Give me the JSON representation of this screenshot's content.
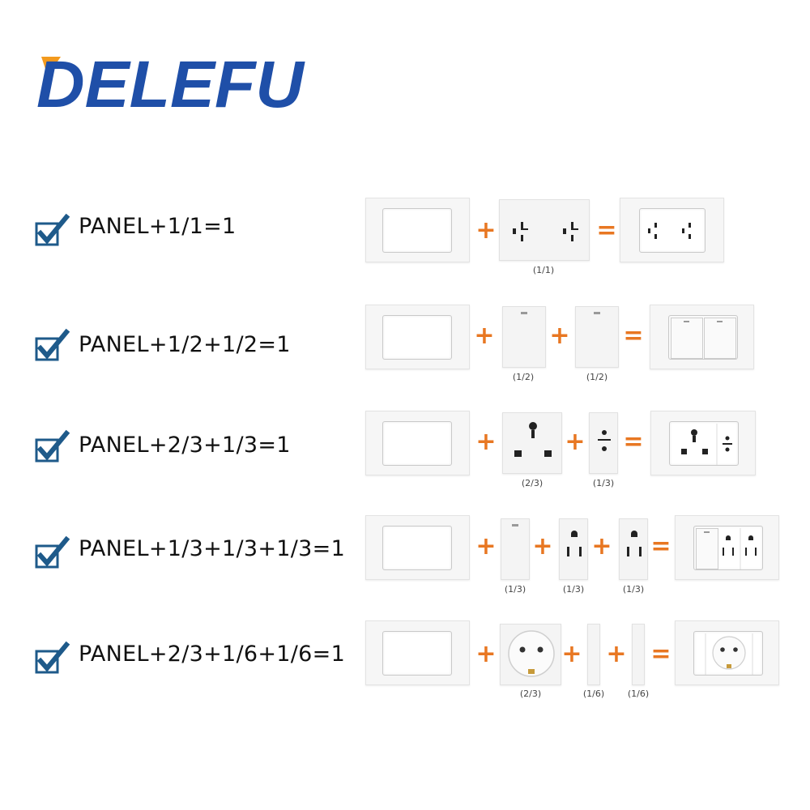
{
  "brand": {
    "name": "DELEFU",
    "color": "#1f4fa8",
    "accent": "#f39a1e"
  },
  "operator_color": "#e87722",
  "rows": [
    {
      "formula": "PANEL+1/1=1",
      "labels": [
        "(1/1)"
      ]
    },
    {
      "formula": "PANEL+1/2+1/2=1",
      "labels": [
        "(1/2)",
        "(1/2)"
      ]
    },
    {
      "formula": "PANEL+2/3+1/3=1",
      "labels": [
        "(2/3)",
        "(1/3)"
      ]
    },
    {
      "formula": "PANEL+1/3+1/3+1/3=1",
      "labels": [
        "(1/3)",
        "(1/3)",
        "(1/3)"
      ]
    },
    {
      "formula": "PANEL+2/3+1/6+1/6=1",
      "labels": [
        "(2/3)",
        "(1/6)",
        "(1/6)"
      ]
    }
  ],
  "operators": {
    "plus": "+",
    "equals": "="
  }
}
